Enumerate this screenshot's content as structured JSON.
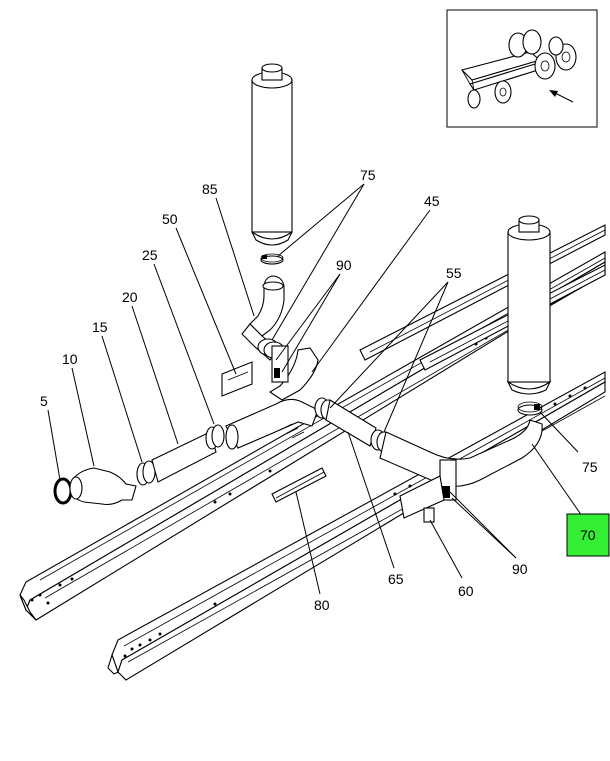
{
  "diagram": {
    "labels": [
      {
        "id": "5",
        "text": "5"
      },
      {
        "id": "10",
        "text": "10"
      },
      {
        "id": "15",
        "text": "15"
      },
      {
        "id": "20",
        "text": "20"
      },
      {
        "id": "25",
        "text": "25"
      },
      {
        "id": "50",
        "text": "50"
      },
      {
        "id": "85",
        "text": "85"
      },
      {
        "id": "75a",
        "text": "75"
      },
      {
        "id": "90a",
        "text": "90"
      },
      {
        "id": "45",
        "text": "45"
      },
      {
        "id": "55",
        "text": "55"
      },
      {
        "id": "75b",
        "text": "75"
      },
      {
        "id": "70",
        "text": "70"
      },
      {
        "id": "90b",
        "text": "90"
      },
      {
        "id": "60",
        "text": "60"
      },
      {
        "id": "65",
        "text": "65"
      },
      {
        "id": "80",
        "text": "80"
      }
    ],
    "highlight": {
      "text": "70",
      "color": "#33ee33"
    }
  }
}
